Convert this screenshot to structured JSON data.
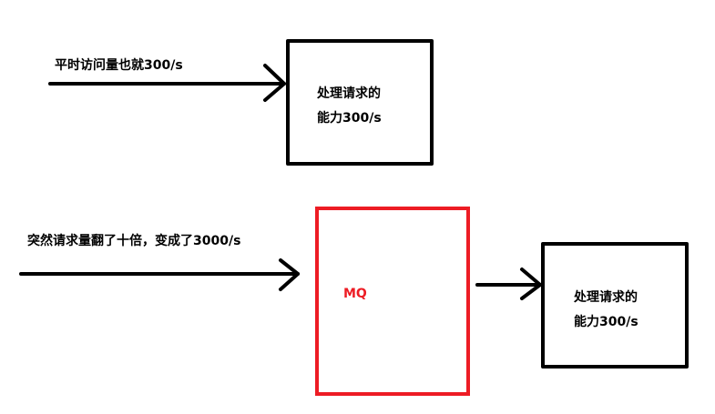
{
  "normal": {
    "label": "平时访问量也就300/s",
    "processor": {
      "line1": "处理请求的",
      "line2": "能力300/s"
    }
  },
  "surge": {
    "label": "突然请求量翻了十倍，变成了3000/s",
    "queue_label": "MQ",
    "processor": {
      "line1": "处理请求的",
      "line2": "能力300/s"
    }
  },
  "colors": {
    "queue": "#ed1c24",
    "stroke": "#000000"
  }
}
